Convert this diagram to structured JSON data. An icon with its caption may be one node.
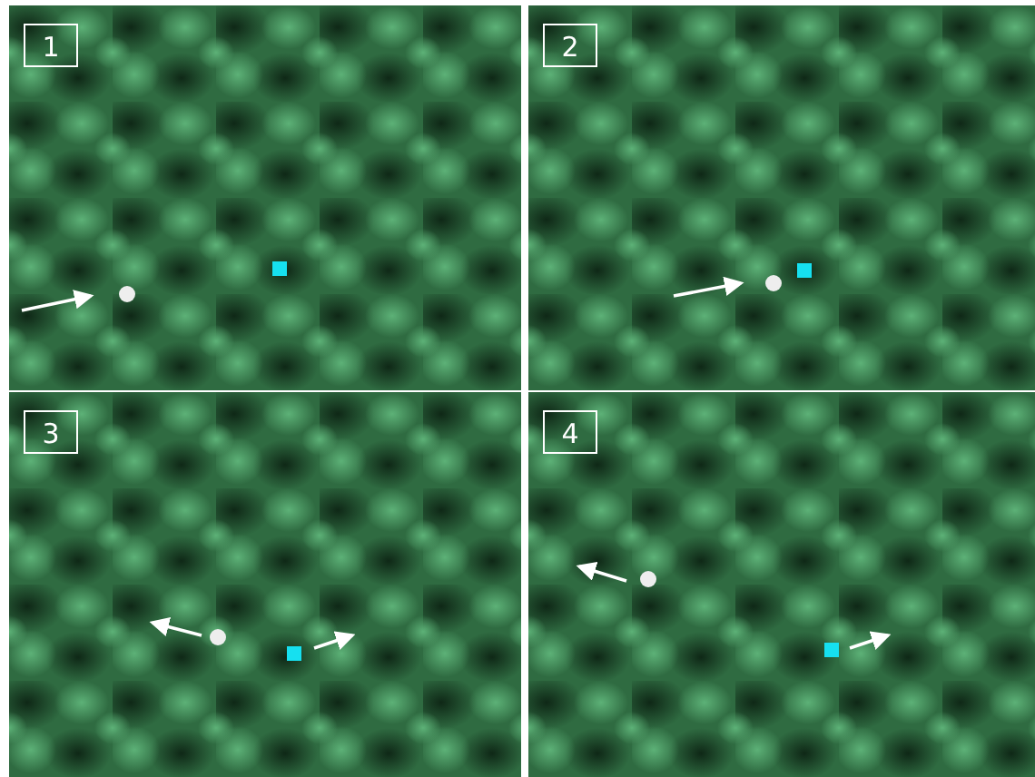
{
  "diagram": {
    "labels": [
      "1",
      "2",
      "3",
      "4"
    ]
  }
}
